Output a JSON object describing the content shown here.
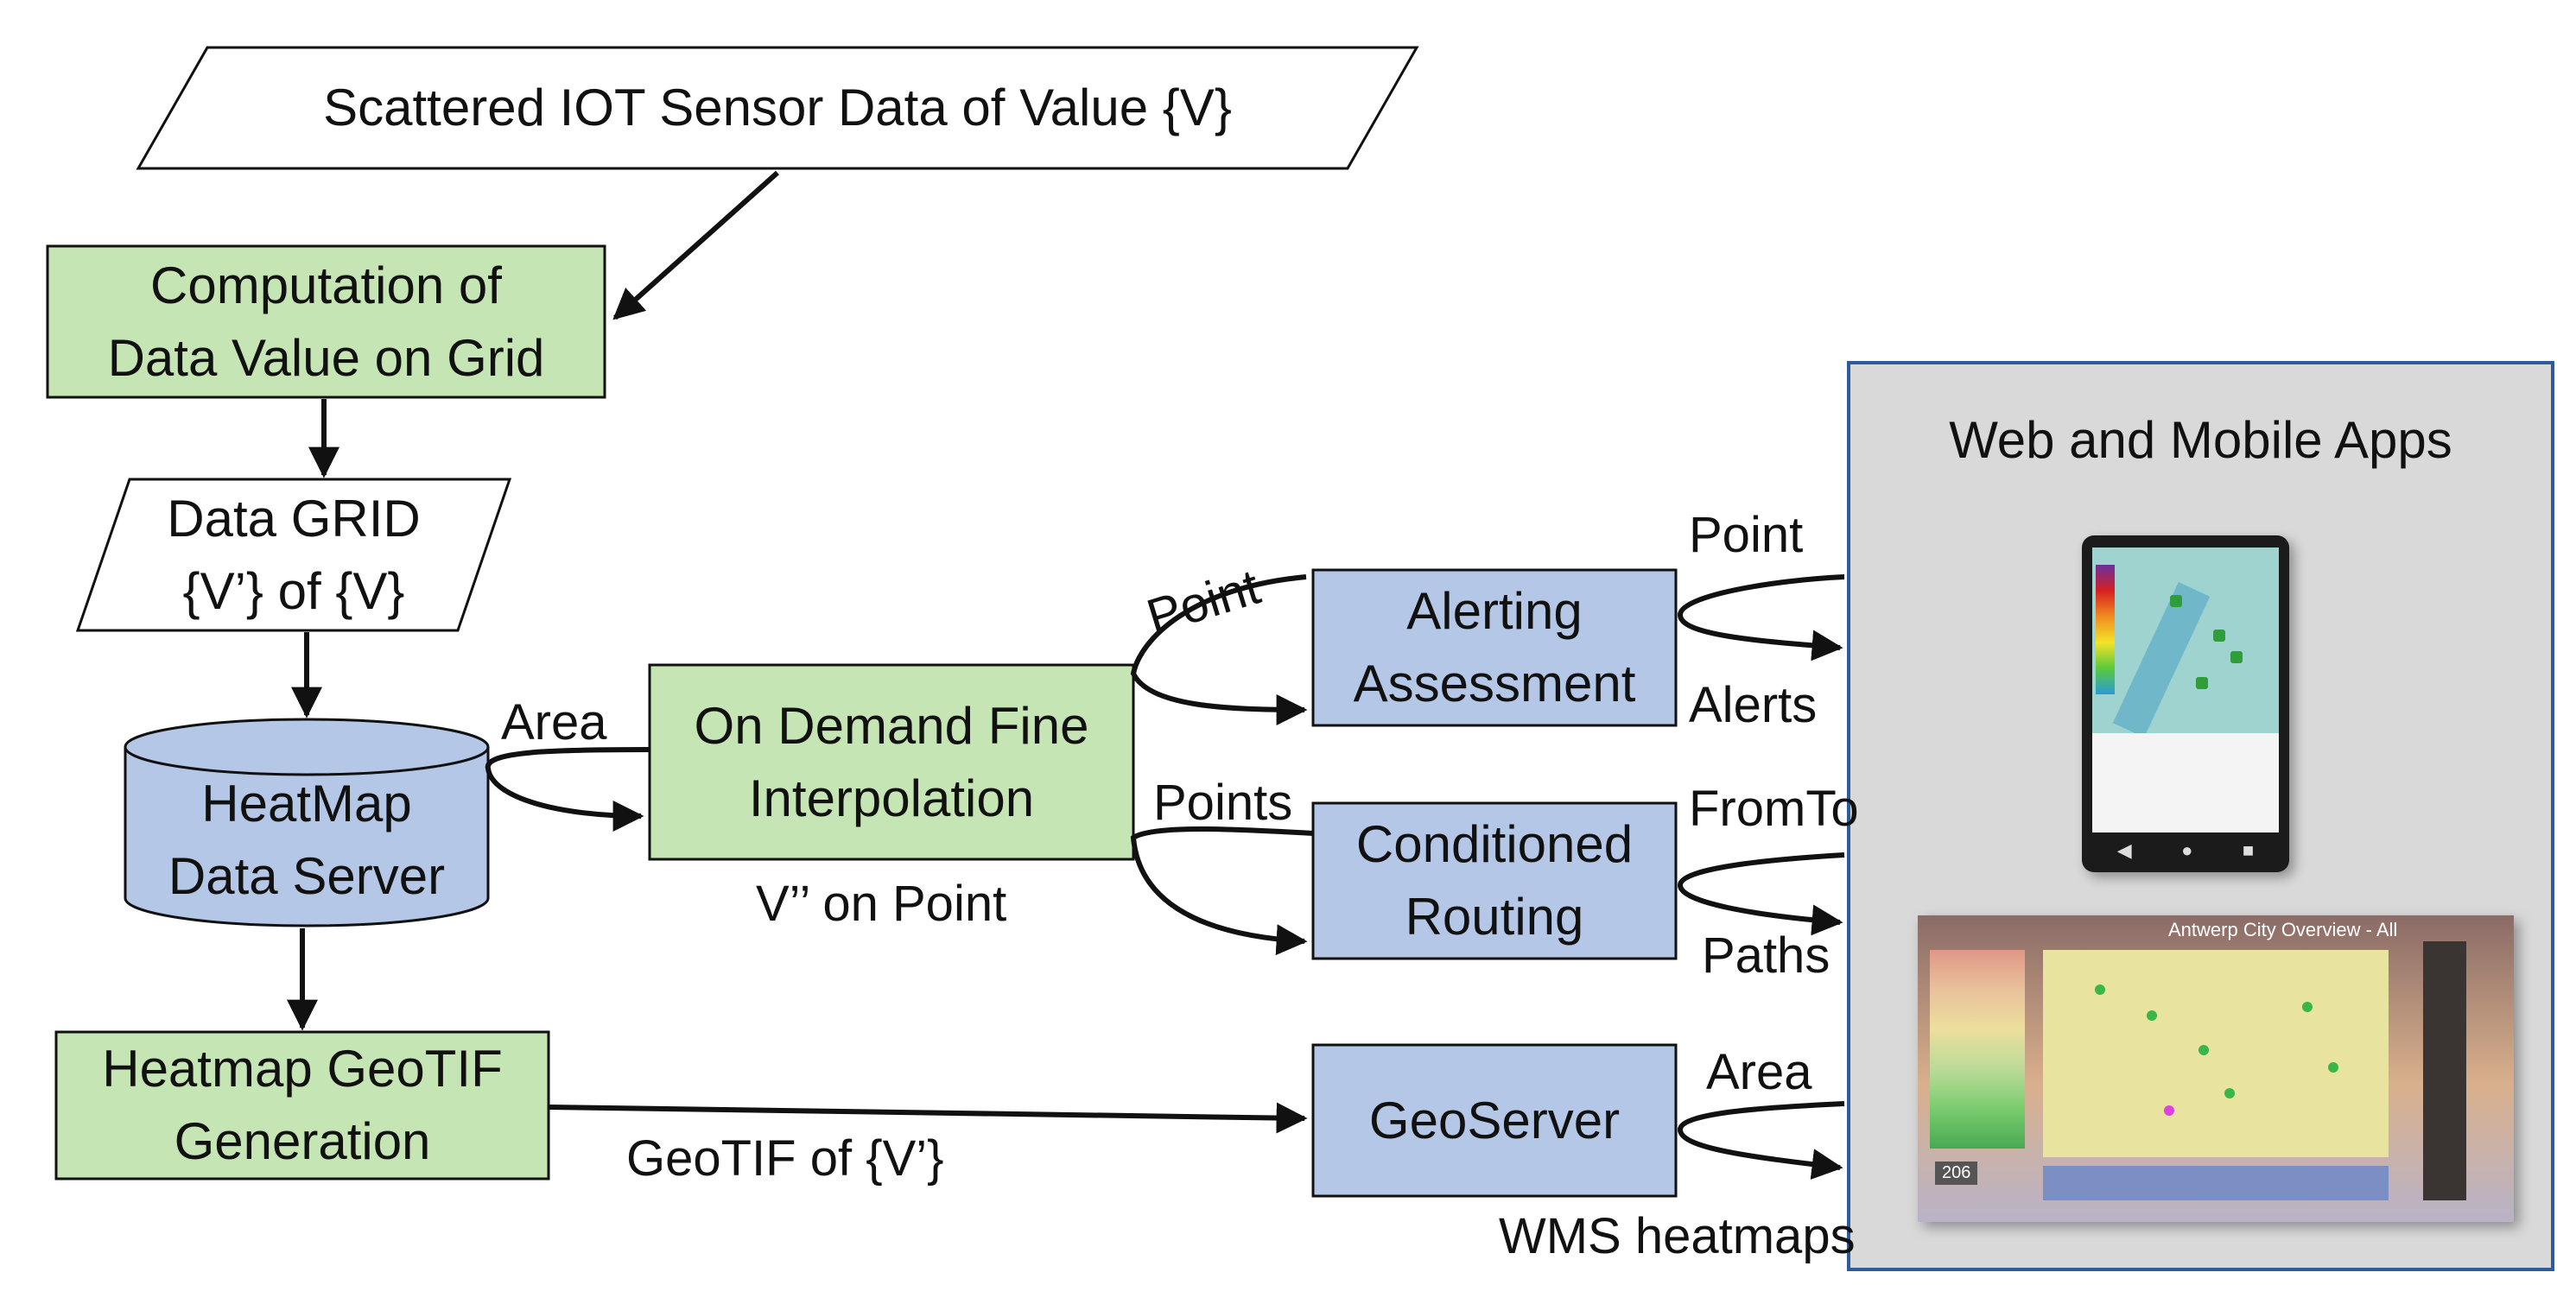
{
  "nodes": {
    "sensor_data": "Scattered IOT Sensor Data of Value {V}",
    "computation": [
      "Computation of",
      "Data Value on Grid"
    ],
    "data_grid": [
      "Data GRID",
      "{V’} of {V}"
    ],
    "heatmap_server": [
      "HeatMap",
      "Data Server"
    ],
    "geotif_generation": [
      "Heatmap GeoTIF",
      "Generation"
    ],
    "fine_interpolation": [
      "On Demand Fine",
      "Interpolation"
    ],
    "alerting": [
      "Alerting",
      "Assessment"
    ],
    "routing": [
      "Conditioned",
      "Routing"
    ],
    "geoserver": "GeoServer",
    "apps_title": "Web and Mobile Apps"
  },
  "edge_labels": {
    "area_interp": "Area",
    "v_on_point": "V’’ on Point",
    "point_alert": "Point",
    "points_routing": "Points",
    "geotif_of": "GeoTIF of {V’}",
    "app_point": "Point",
    "app_alerts": "Alerts",
    "app_fromto": "FromTo",
    "app_paths": "Paths",
    "app_area": "Area",
    "app_wms": "WMS heatmaps"
  },
  "screenshots": {
    "desktop_title": "Antwerp City Overview - All",
    "desktop_badge": "206"
  },
  "colors": {
    "green_fill": "#c6e5b4",
    "blue_fill": "#b4c7e7",
    "panel_fill": "#d9d9d9",
    "panel_border": "#2e5b9a",
    "stroke": "#111111"
  }
}
